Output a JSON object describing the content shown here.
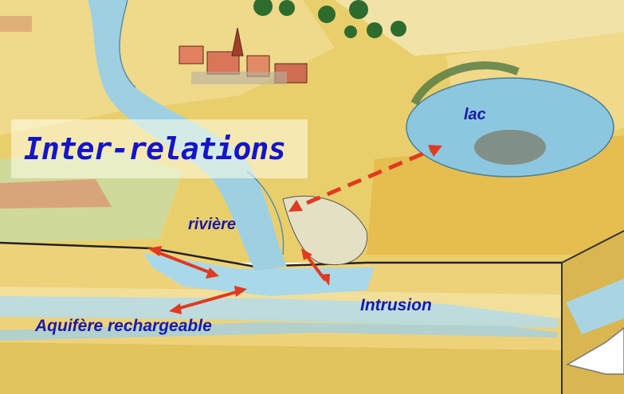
{
  "title": "Inter-relations",
  "labels": {
    "lac": "lac",
    "riviere": "rivière",
    "intrusion": "Intrusion",
    "aquifere": "Aquifère rechargeable"
  },
  "colors": {
    "title": "#1414c8",
    "labels": "#1a1aa8",
    "arrows": "#e03a20",
    "water": "#9cd3e6",
    "field": "#e8c75a"
  },
  "illustration": "hand-drawn landscape block: village, trees, river, lake, layered ground with aquifer"
}
